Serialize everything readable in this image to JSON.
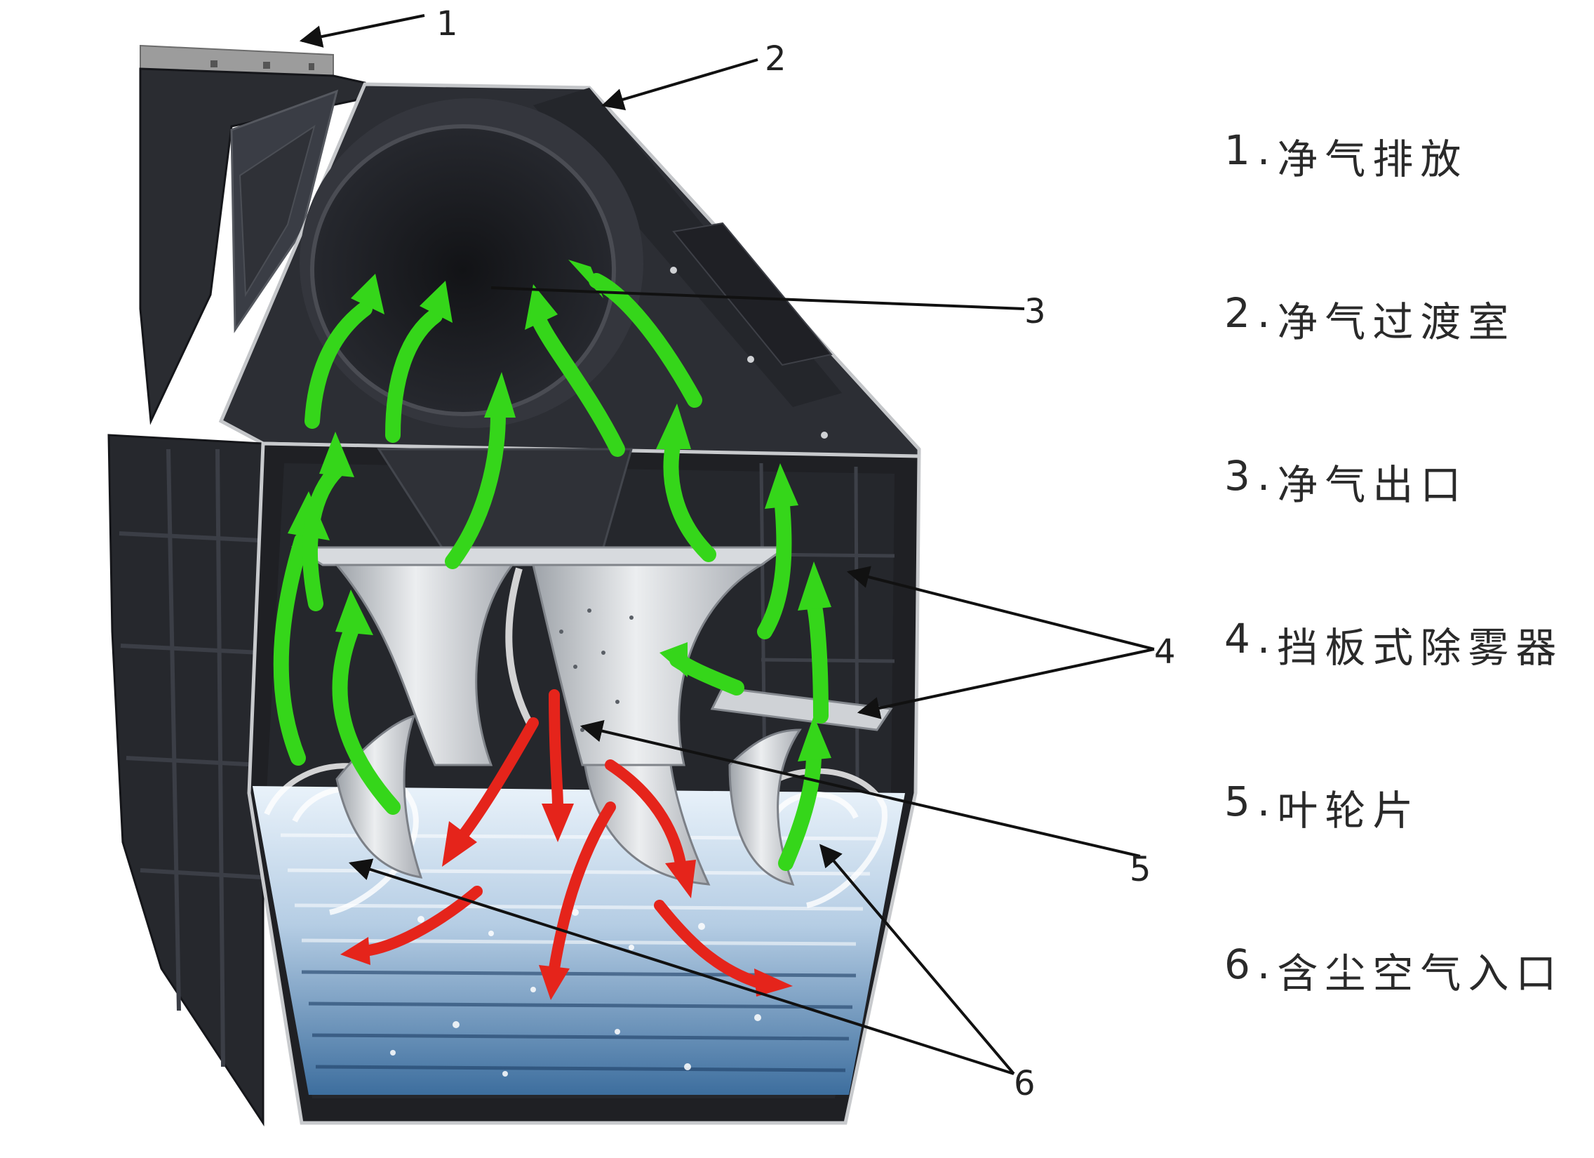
{
  "colors": {
    "housing": "#2b2d33",
    "housing_dark": "#1c1d21",
    "panel_grid": "#3a3c44",
    "vane": "#d4d7db",
    "water": "#7aa0c8",
    "clean_air_arrow": "#35d61a",
    "dusty_air_arrow": "#e5241b",
    "leader_line": "#111111"
  },
  "callouts": [
    "1",
    "2",
    "3",
    "4",
    "5",
    "6"
  ],
  "legend": {
    "items": [
      {
        "num": "1.",
        "label": "净气排放"
      },
      {
        "num": "2.",
        "label": "净气过渡室"
      },
      {
        "num": "3.",
        "label": "净气出口"
      },
      {
        "num": "4.",
        "label": "挡板式除雾器"
      },
      {
        "num": "5.",
        "label": "叶轮片"
      },
      {
        "num": "6.",
        "label": "含尘空气入口"
      }
    ]
  }
}
